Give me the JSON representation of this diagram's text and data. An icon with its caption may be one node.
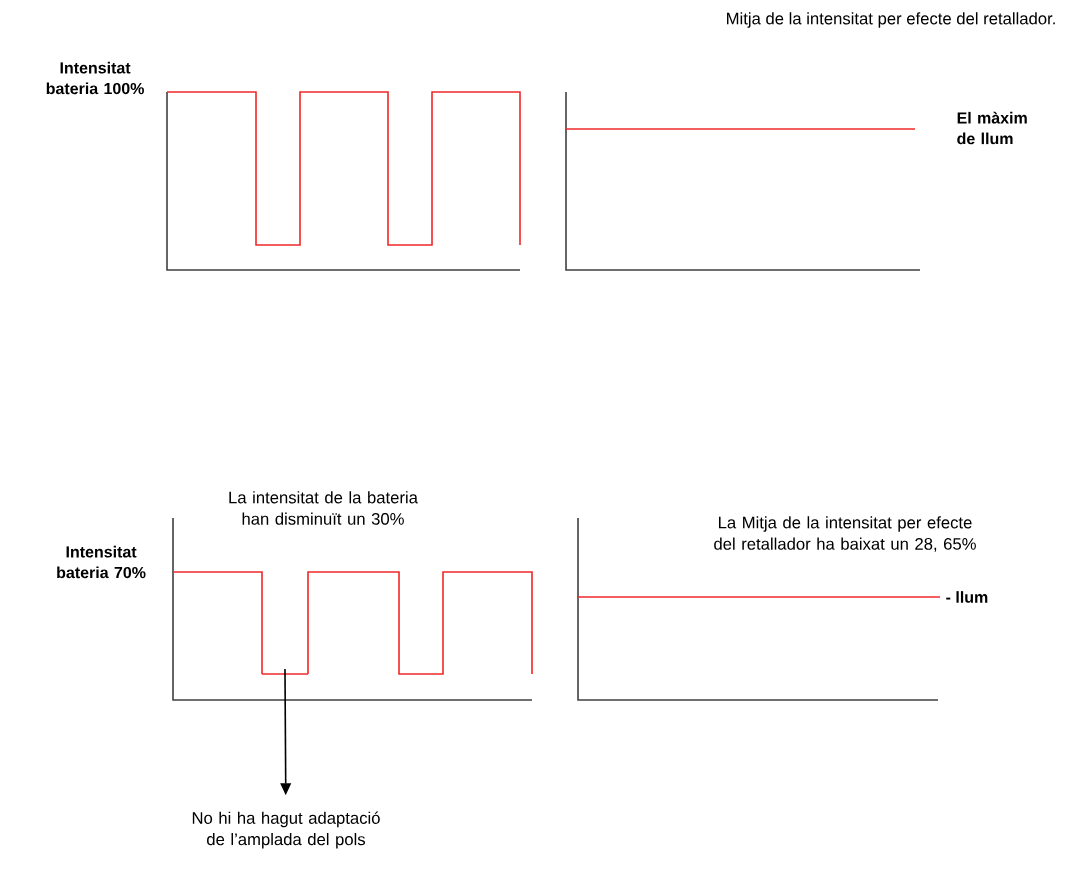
{
  "diagram": {
    "nodes": [
      {
        "text": [],
        "shape": "bar"
      },
      {
        "text": [
          "No hi ha hagut adaptació de l’amplada del pols"
        ]
      }
    ],
    "edges": [
      {
        "from": 0,
        "to": 1,
        "arrow": "to"
      }
    ],
    "labels": [
      "Mitja de la intensitat per efecte del retallador.",
      "Intensitat bateria 100%",
      "El màxim de llum",
      "La intensitat de la bateria han disminuït un 30%",
      "La Mitja de la intensitat per efecte del retallador ha baixat un 28, 65%",
      "Intensitat bateria 70%",
      "- llum"
    ]
  }
}
